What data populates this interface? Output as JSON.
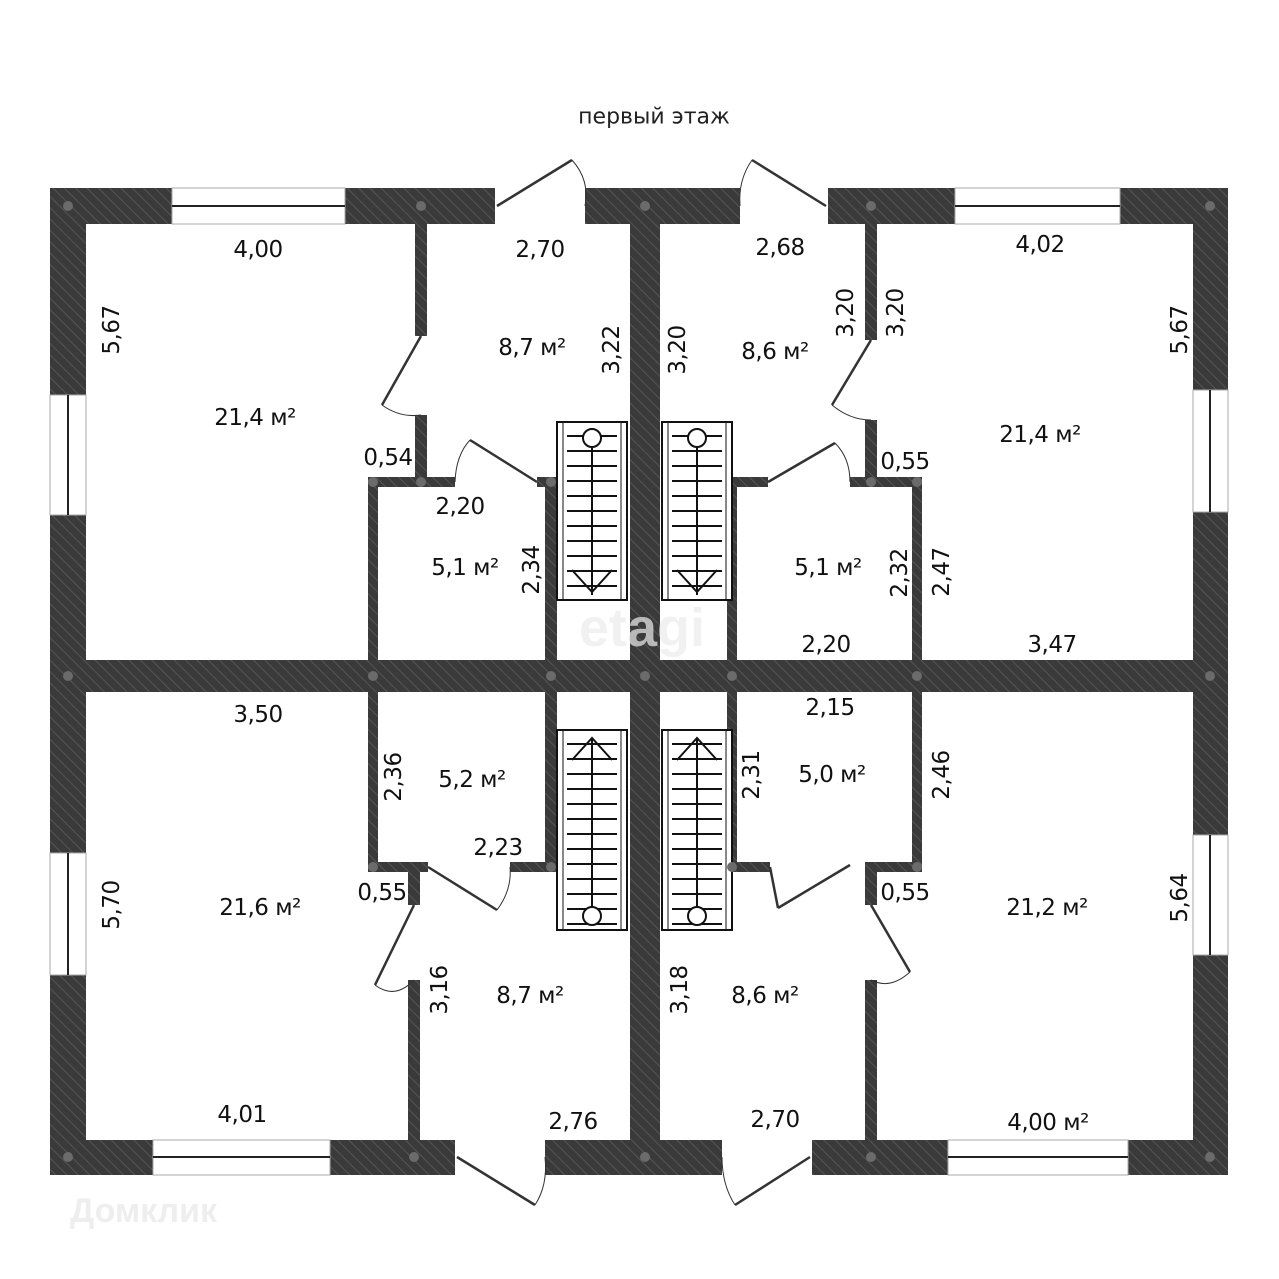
{
  "title": "первый этаж",
  "watermarks": {
    "etagi": "etagi",
    "domclick": "Домклик"
  },
  "colors": {
    "wall": "#3a3a3a",
    "hatch": "#555555",
    "pillar": "#6b6b6b"
  },
  "rooms": [
    {
      "area": "21,4 м²",
      "dims": [
        "4,00",
        "5,67"
      ]
    },
    {
      "area": "8,7 м²",
      "dims": [
        "2,70",
        "3,22"
      ]
    },
    {
      "area": "8,6 м²",
      "dims": [
        "2,68",
        "3,20"
      ]
    },
    {
      "area": "21,4 м²",
      "dims": [
        "4,02",
        "5,67"
      ]
    },
    {
      "area": "5,1 м²",
      "dims": [
        "2,20",
        "2,34"
      ]
    },
    {
      "area": "5,1 м²",
      "dims": [
        "2,20",
        "2,32"
      ]
    },
    {
      "area": "5,2 м²",
      "dims": [
        "2,23",
        "2,36"
      ]
    },
    {
      "area": "5,0 м²",
      "dims": [
        "2,15",
        "2,31"
      ]
    },
    {
      "area": "21,6 м²",
      "dims": [
        "3,50",
        "5,70",
        "4,01"
      ]
    },
    {
      "area": "8,7 м²",
      "dims": [
        "2,76",
        "3,16"
      ]
    },
    {
      "area": "8,6 м²",
      "dims": [
        "2,70",
        "3,18"
      ]
    },
    {
      "area": "21,2 м²",
      "dims": [
        "5,64",
        "4,00 м²"
      ]
    }
  ],
  "extra_dims": [
    "3,20",
    "3,20",
    "0,54",
    "0,55",
    "2,47",
    "3,47",
    "2,46",
    "0,55",
    "0,55"
  ]
}
